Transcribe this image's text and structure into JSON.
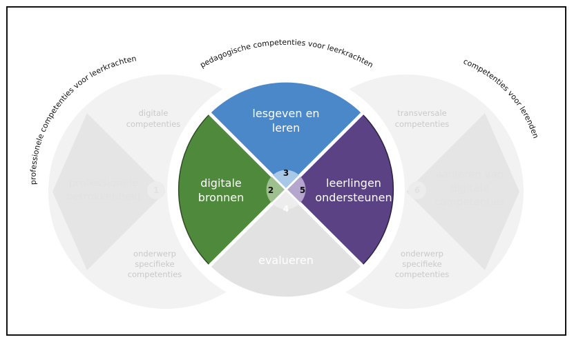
{
  "titles": {
    "left": "professionele competenties voor leerkrachten",
    "center": "pedagogische competenties voor leerkrachten",
    "right": "competenties voor lerenden"
  },
  "left_circle": {
    "main_line1": "professionele",
    "main_line2": "betrokkenheid",
    "number": "1",
    "top_line1": "digitale",
    "top_line2": "competenties",
    "bottom_line1": "onderwerp",
    "bottom_line2": "specifieke",
    "bottom_line3": "competenties"
  },
  "center_circle": {
    "top": {
      "line1": "lesgeven en",
      "line2": "leren",
      "number": "3"
    },
    "left": {
      "line1": "digitale",
      "line2": "bronnen",
      "number": "2"
    },
    "right": {
      "line1": "leerlingen",
      "line2": "ondersteunen",
      "number": "5"
    },
    "bottom": {
      "line1": "evalueren",
      "number": "4"
    }
  },
  "right_circle": {
    "main_line1": "aanleren van",
    "main_line2": "digitale",
    "main_line3": "competenties",
    "number": "6",
    "top_line1": "transversale",
    "top_line2": "competenties",
    "bottom_line1": "onderwerp",
    "bottom_line2": "specifieke",
    "bottom_line3": "competenties"
  },
  "colors": {
    "blue": "#4a88c9",
    "green": "#4f8a3c",
    "purple": "#5b4285",
    "grey_sector": "#e2e2e2",
    "outer_circle": "#f1f1f1"
  }
}
